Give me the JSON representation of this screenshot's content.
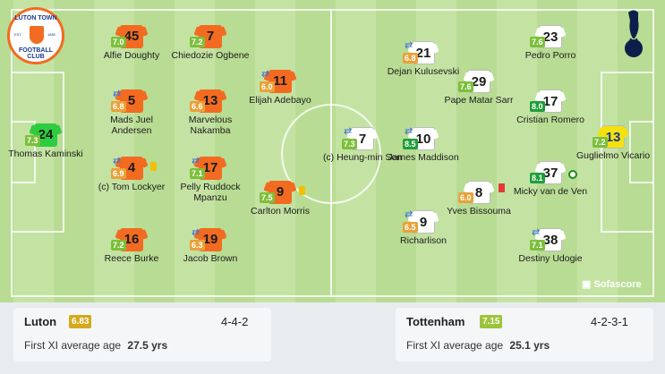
{
  "home": {
    "team": "Luton",
    "rating": "6.83",
    "formation": "4-4-2",
    "avg_label": "First XI average age",
    "avg_age": "27.5 yrs",
    "crest": {
      "lines": [
        "LUTON TOWN",
        "FOOTBALL CLUB"
      ],
      "est": "EST.",
      "year": "1885",
      "color": "#f26b21"
    }
  },
  "away": {
    "team": "Tottenham",
    "rating": "7.15",
    "formation": "4-2-3-1",
    "avg_label": "First XI average age",
    "avg_age": "25.1 yrs"
  },
  "watermark": "Sofascore",
  "players": [
    {
      "num": "24",
      "name": "Thomas Kaminski",
      "rating": "7.3",
      "team": "home_gk"
    },
    {
      "num": "45",
      "name": "Alfie Doughty",
      "rating": "7.0",
      "team": "home"
    },
    {
      "num": "5",
      "name": "Mads Juel Andersen",
      "rating": "6.8",
      "team": "home",
      "sub": true
    },
    {
      "num": "4",
      "name": "(c) Tom Lockyer",
      "rating": "6.9",
      "team": "home",
      "sub": true,
      "card": "yellow"
    },
    {
      "num": "16",
      "name": "Reece Burke",
      "rating": "7.2",
      "team": "home"
    },
    {
      "num": "7",
      "name": "Chiedozie Ogbene",
      "rating": "7.2",
      "team": "home"
    },
    {
      "num": "13",
      "name": "Marvelous Nakamba",
      "rating": "6.6",
      "team": "home"
    },
    {
      "num": "17",
      "name": "Pelly Ruddock Mpanzu",
      "rating": "7.1",
      "team": "home",
      "sub": true
    },
    {
      "num": "19",
      "name": "Jacob Brown",
      "rating": "6.3",
      "team": "home",
      "sub": true
    },
    {
      "num": "11",
      "name": "Elijah Adebayo",
      "rating": "6.0",
      "team": "home",
      "sub": true
    },
    {
      "num": "9",
      "name": "Carlton Morris",
      "rating": "7.5",
      "team": "home",
      "card": "yellow"
    },
    {
      "num": "13",
      "name": "Guglielmo Vicario",
      "rating": "7.2",
      "team": "away_gk"
    },
    {
      "num": "23",
      "name": "Pedro Porro",
      "rating": "7.6",
      "team": "away"
    },
    {
      "num": "17",
      "name": "Cristian Romero",
      "rating": "8.0",
      "team": "away"
    },
    {
      "num": "37",
      "name": "Micky van de Ven",
      "rating": "8.1",
      "team": "away",
      "goal": true
    },
    {
      "num": "38",
      "name": "Destiny Udogie",
      "rating": "7.1",
      "team": "away",
      "sub": true
    },
    {
      "num": "29",
      "name": "Pape Matar Sarr",
      "rating": "7.6",
      "team": "away"
    },
    {
      "num": "8",
      "name": "Yves Bissouma",
      "rating": "6.0",
      "team": "away",
      "card": "red"
    },
    {
      "num": "21",
      "name": "Dejan Kulusevski",
      "rating": "6.8",
      "team": "away",
      "sub": true
    },
    {
      "num": "10",
      "name": "James Maddison",
      "rating": "8.5",
      "team": "away",
      "sub": true
    },
    {
      "num": "9",
      "name": "Richarlison",
      "rating": "6.5",
      "team": "away",
      "sub": true
    },
    {
      "num": "7",
      "name": "(c) Heung-min Son",
      "rating": "7.3",
      "team": "away",
      "sub": true
    }
  ],
  "colors": {
    "home_shirt": "#f26b21",
    "home_text": "#1b1b1b",
    "home_gk": "#2ecc40",
    "away_shirt": "#ffffff",
    "away_text": "#1b1b1b",
    "away_gk": "#f5e10f",
    "away_gk_text": "#1b3a8a",
    "rating_high": "#1f9e3a",
    "rating_mid": "#7cbf3a",
    "rating_low": "#e8a23a",
    "panel_rating_home": "#d4a91a",
    "panel_rating_away": "#9cc43a"
  }
}
